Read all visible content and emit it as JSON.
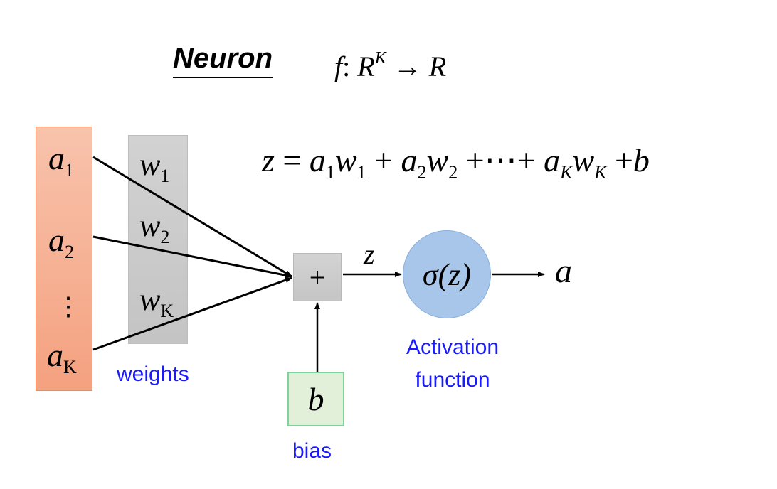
{
  "title": {
    "heading": "Neuron",
    "mapping_f": "f",
    "mapping_colon": ":",
    "mapping_domain": "R",
    "mapping_domain_exp": "K",
    "mapping_arrow": "→",
    "mapping_codomain": "R"
  },
  "inputs": [
    {
      "symbol": "a",
      "subscript": "1"
    },
    {
      "symbol": "a",
      "subscript": "2"
    },
    {
      "symbol": "⋮",
      "subscript": ""
    },
    {
      "symbol": "a",
      "subscript": "K"
    }
  ],
  "weights": [
    {
      "symbol": "w",
      "subscript": "1"
    },
    {
      "symbol": "w",
      "subscript": "2"
    },
    {
      "symbol": "w",
      "subscript": "K"
    }
  ],
  "equation": {
    "lhs": "z",
    "eq": "=",
    "t1a": "a",
    "t1a_sub": "1",
    "t1w": "w",
    "t1w_sub": "1",
    "plus1": "+",
    "t2a": "a",
    "t2a_sub": "2",
    "t2w": "w",
    "t2w_sub": "2",
    "plus2": "+",
    "dots": "⋯",
    "plus3": "+",
    "tKa": "a",
    "tKa_sub": "K",
    "tKw": "w",
    "tKw_sub": "K",
    "plus4": "+",
    "bias": "b"
  },
  "nodes": {
    "sum_symbol": "+",
    "sum_output": "z",
    "activation": "σ(z)",
    "output": "a",
    "bias": "b"
  },
  "labels": {
    "weights": "weights",
    "bias": "bias",
    "activation_line1": "Activation",
    "activation_line2": "function"
  },
  "colors": {
    "inputs_fill": "#f4a17f",
    "weights_fill": "#c9c9c9",
    "sum_fill": "#cbcbcb",
    "activation_fill": "#a8c6ea",
    "bias_fill": "#e2f0d9",
    "label_text": "#1a1aff"
  }
}
